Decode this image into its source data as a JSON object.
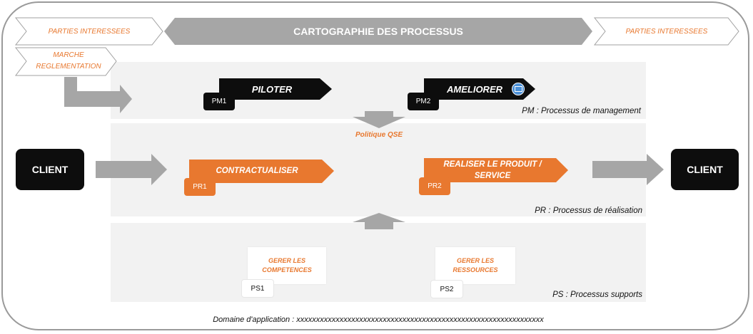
{
  "title": "CARTOGRAPHIE DES PROCESSUS",
  "stakeholders": {
    "left": "PARTIES INTERESSEES",
    "right": "PARTIES INTERESSEES"
  },
  "market_regulation": {
    "line1": "MARCHE",
    "line2": "REGLEMENTATION"
  },
  "management": {
    "label": "PM : Processus de management",
    "processes": [
      {
        "code": "PM1",
        "name": "PILOTER"
      },
      {
        "code": "PM2",
        "name": "AMELIORER"
      }
    ]
  },
  "policy_label": "Politique QSE",
  "realisation": {
    "label": "PR : Processus de réalisation",
    "processes": [
      {
        "code": "PR1",
        "name": "CONTRACTUALISER"
      },
      {
        "code": "PR2",
        "name_line1": "REALISER LE PRODUIT /",
        "name_line2": "SERVICE"
      }
    ]
  },
  "support": {
    "label": "PS : Processus supports",
    "processes": [
      {
        "code": "PS1",
        "name_line1": "GERER LES",
        "name_line2": "COMPETENCES"
      },
      {
        "code": "PS2",
        "name_line1": "GERER LES",
        "name_line2": "RESSOURCES"
      }
    ]
  },
  "client_left": "CLIENT",
  "client_right": "CLIENT",
  "scope_label": "Domaine d'application : xxxxxxxxxxxxxxxxxxxxxxxxxxxxxxxxxxxxxxxxxxxxxxxxxxxxxxxxxxxxxxx",
  "colors": {
    "orange": "#e8782f",
    "black": "#0d0d0d",
    "grey_arrow": "#a6a6a6",
    "band": "#f2f2f2",
    "header": "#a6a6a6"
  },
  "icons": {
    "ameliorer": "screen-chart-icon"
  }
}
